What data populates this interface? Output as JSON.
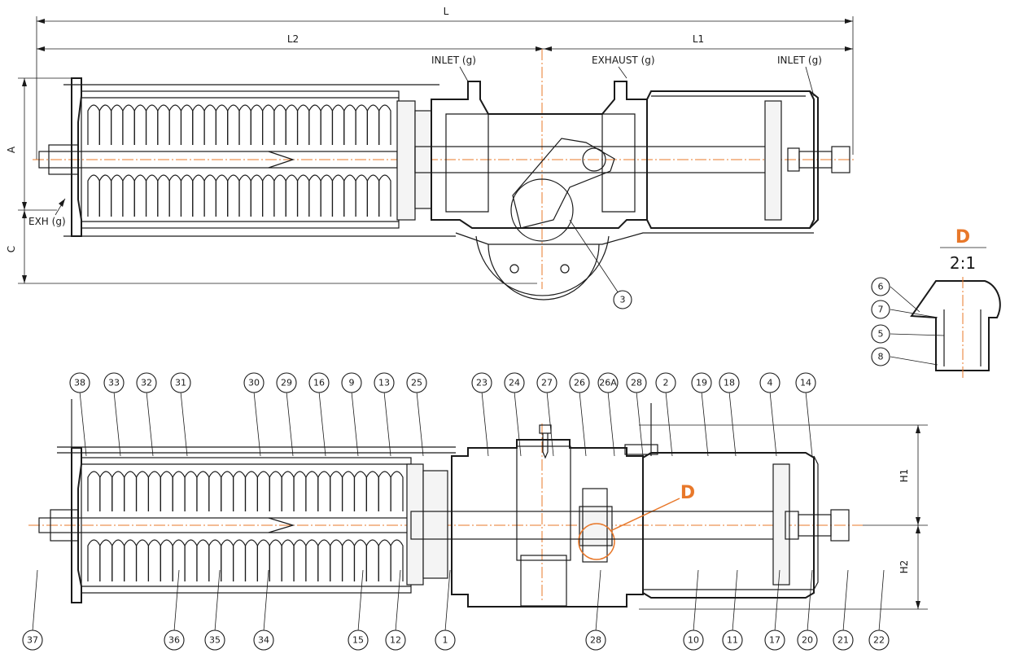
{
  "dimensions": {
    "L": "L",
    "L1": "L1",
    "L2": "L2",
    "A": "A",
    "C": "C",
    "H1": "H1",
    "H2": "H2"
  },
  "port_labels": {
    "inlet_left": "INLET (g)",
    "exhaust": "EXHAUST (g)",
    "inlet_right": "INLET (g)",
    "exh": "EXH (g)"
  },
  "detail": {
    "letter": "D",
    "scale": "2:1",
    "callout_letter": "D",
    "parts": [
      "6",
      "7",
      "5",
      "8"
    ]
  },
  "top_view_callouts": [
    "3"
  ],
  "bottom_callouts_top_row": [
    "38",
    "33",
    "32",
    "31",
    "30",
    "29",
    "16",
    "9",
    "13",
    "25",
    "23",
    "24",
    "27",
    "26",
    "26A",
    "28",
    "2",
    "19",
    "18",
    "4",
    "14"
  ],
  "bottom_callouts_bottom_row": [
    "37",
    "36",
    "35",
    "34",
    "15",
    "12",
    "1",
    "28",
    "10",
    "11",
    "17",
    "20",
    "21",
    "22"
  ],
  "colors": {
    "centerline": "#e8782a",
    "line": "#1a1a1a"
  }
}
